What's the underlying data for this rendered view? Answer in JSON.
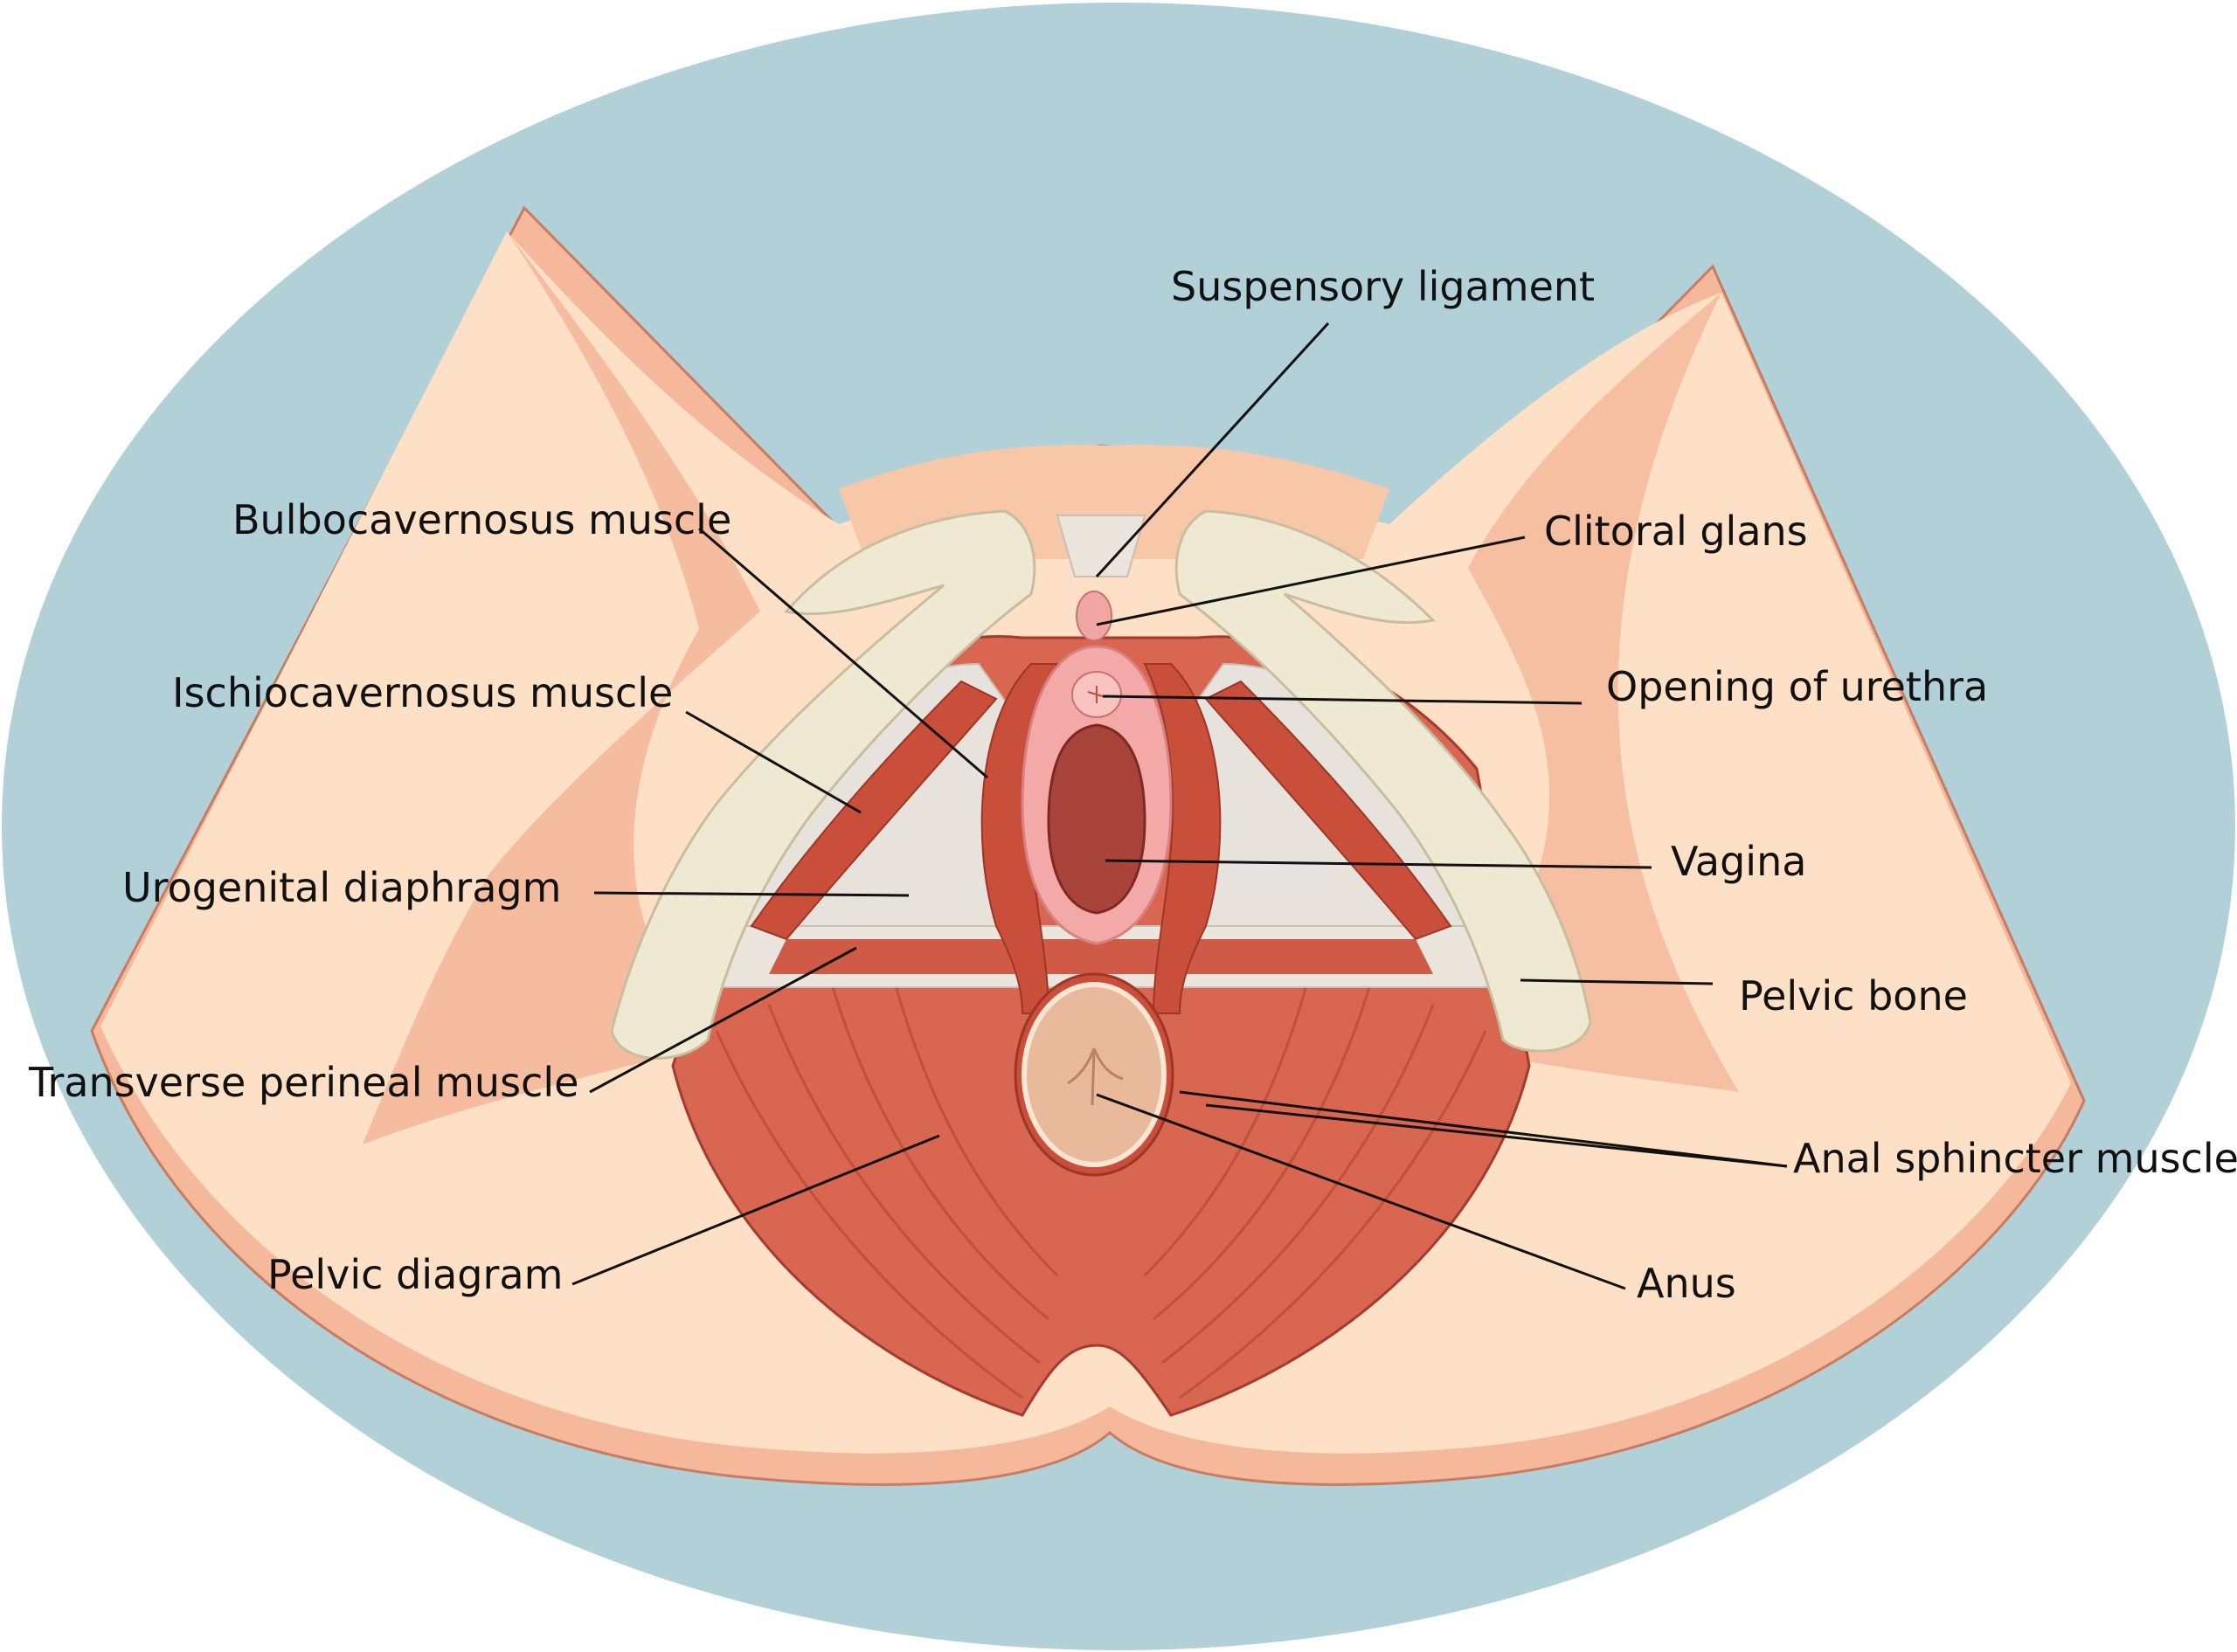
{
  "labels": {
    "suspensory_ligament": "Suspensory ligament",
    "bulbocavernosus_muscle": "Bulbocavernosus muscle",
    "clitoral_glans": "Clitoral glans",
    "ischiocavernosus_muscle": "Ischiocavernosus muscle",
    "opening_of_urethra": "Opening of urethra",
    "urogenital_diaphragm": "Urogenital diaphragm",
    "vagina": "Vagina",
    "pelvic_bone": "Pelvic bone",
    "transverse_perineal_muscle": "Transverse perineal muscle",
    "anal_sphincter_muscle": "Anal sphincter muscle",
    "pelvic_diagram": "Pelvic diagram",
    "anus": "Anus"
  },
  "colors": {
    "background_oval": "#b2d0d8",
    "skin": "#fde0c6",
    "skin_shadow": "#f5b89a",
    "muscle": "#d96650",
    "muscle_dark": "#b84632",
    "bone": "#efe8d2",
    "membrane": "#e8e2dc",
    "mucosa": "#f2a9a8",
    "vagina_inner": "#a8443a",
    "anus": "#e9b99c",
    "leader_line": "#111111"
  }
}
